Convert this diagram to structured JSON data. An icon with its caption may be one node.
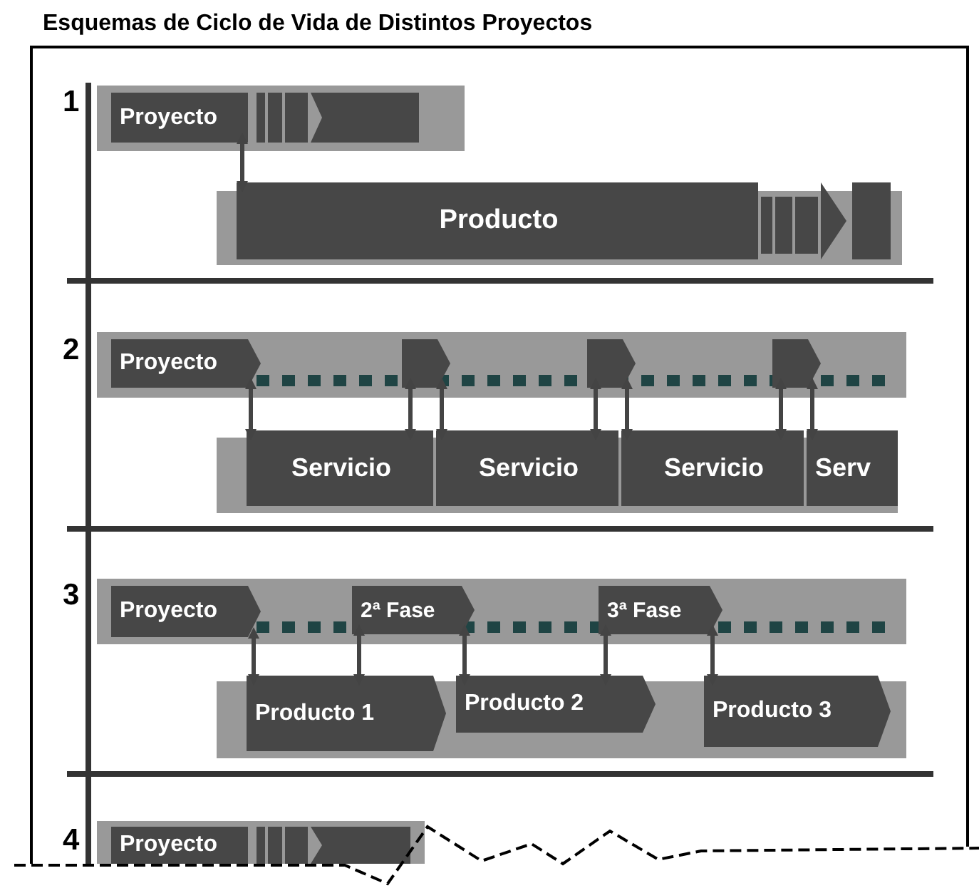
{
  "diagram": {
    "title": "Esquemas de Ciclo de Vida de Distintos Proyectos",
    "nodes": [
      {
        "text": [],
        "shape": "band"
      },
      {
        "text": [
          "Proyecto"
        ],
        "in": 0
      },
      {
        "text": [],
        "shape": "band"
      },
      {
        "text": [
          "Producto"
        ],
        "in": 2
      },
      {
        "text": [],
        "shape": "band"
      },
      {
        "text": [
          "Proyecto"
        ],
        "in": 4
      },
      {
        "text": [],
        "shape": "box",
        "in": 4
      },
      {
        "text": [],
        "shape": "box",
        "in": 4
      },
      {
        "text": [],
        "shape": "box",
        "in": 4
      },
      {
        "text": [],
        "shape": "band"
      },
      {
        "text": [
          "Servicio"
        ],
        "in": 9
      },
      {
        "text": [
          "Servicio"
        ],
        "in": 9
      },
      {
        "text": [
          "Servicio"
        ],
        "in": 9
      },
      {
        "text": [
          "Serv"
        ],
        "in": 9
      },
      {
        "text": [],
        "shape": "band"
      },
      {
        "text": [
          "Proyecto"
        ],
        "in": 14
      },
      {
        "text": [
          "2ª Fase"
        ],
        "in": 14
      },
      {
        "text": [
          "3ª Fase"
        ],
        "in": 14
      },
      {
        "text": [],
        "shape": "band"
      },
      {
        "text": [
          "Producto 1"
        ],
        "in": 18
      },
      {
        "text": [
          "Producto 2"
        ],
        "in": 18
      },
      {
        "text": [
          "Producto 3"
        ],
        "in": 18
      },
      {
        "text": [],
        "shape": "band"
      },
      {
        "text": [
          "Proyecto"
        ],
        "in": 22
      }
    ],
    "edges": [
      {
        "from": 1,
        "to": 3,
        "arrow": "both"
      },
      {
        "from": 5,
        "to": 10,
        "arrow": "both"
      },
      {
        "from": 6,
        "to": 10,
        "arrow": "both"
      },
      {
        "from": 6,
        "to": 11,
        "arrow": "both"
      },
      {
        "from": 7,
        "to": 11,
        "arrow": "both"
      },
      {
        "from": 7,
        "to": 12,
        "arrow": "both"
      },
      {
        "from": 8,
        "to": 12,
        "arrow": "both"
      },
      {
        "from": 8,
        "to": 13,
        "arrow": "both"
      },
      {
        "from": 15,
        "to": 19,
        "arrow": "both"
      },
      {
        "from": 16,
        "to": 19,
        "arrow": "both"
      },
      {
        "from": 16,
        "to": 20,
        "arrow": "both"
      },
      {
        "from": 17,
        "to": 20,
        "arrow": "both"
      },
      {
        "from": 17,
        "to": 21,
        "arrow": "both"
      }
    ],
    "labels": [
      "1",
      "2",
      "3",
      "4"
    ]
  }
}
